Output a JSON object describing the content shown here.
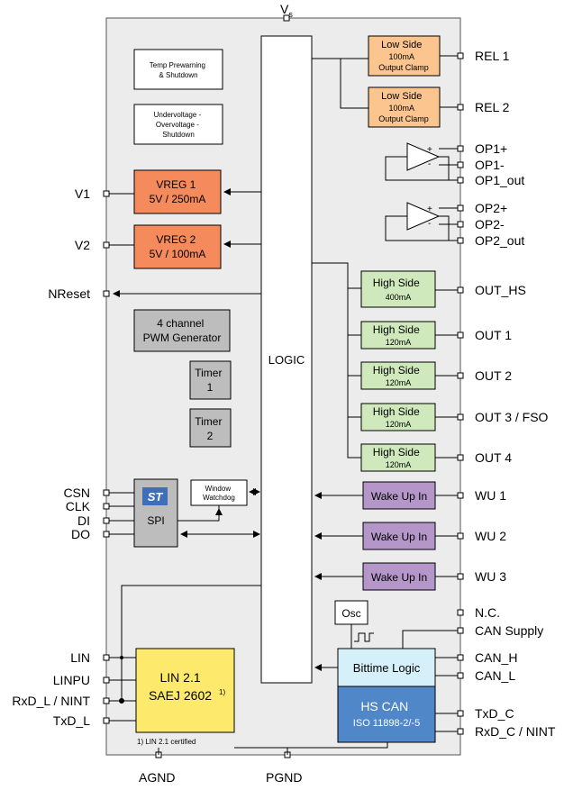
{
  "supply": {
    "vs_main": "V",
    "vs_sub": "s",
    "pgnd": "PGND",
    "agnd": "AGND"
  },
  "blocks": {
    "temp": [
      "Temp Prewarning",
      "& Shutdown"
    ],
    "uv": [
      "Undervoltage -",
      "Overvoltage -",
      "Shutdown"
    ],
    "vreg1": [
      "VREG 1",
      "5V / 250mA"
    ],
    "vreg2": [
      "VREG 2",
      "5V / 100mA"
    ],
    "pwm": [
      "4 channel",
      "PWM Generator"
    ],
    "timer1": [
      "Timer",
      "1"
    ],
    "timer2": [
      "Timer",
      "2"
    ],
    "logic": "LOGIC",
    "spi": "SPI",
    "st_logo": "ST",
    "watchdog": [
      "Window",
      "Watchdog"
    ],
    "lin": [
      "LIN 2.1",
      "SAEJ 2602"
    ],
    "lin_sup": "1)",
    "lin_note": "1) LIN 2.1 certified",
    "osc": "Osc",
    "bittime": "Bittime Logic",
    "hscan": [
      "HS CAN",
      "ISO 11898-2/-5"
    ],
    "ls1": [
      "Low Side",
      "100mA",
      "Output Clamp"
    ],
    "ls2": [
      "Low Side",
      "100mA",
      "Output Clamp"
    ],
    "hs0": [
      "High Side",
      "400mA"
    ],
    "hs1": [
      "High Side",
      "120mA"
    ],
    "hs2": [
      "High Side",
      "120mA"
    ],
    "hs3": [
      "High Side",
      "120mA"
    ],
    "hs4": [
      "High Side",
      "120mA"
    ],
    "wake1": "Wake Up In",
    "wake2": "Wake Up In",
    "wake3": "Wake Up In",
    "op_plus": "+",
    "op_minus": "-"
  },
  "pins_left": {
    "v1": "V1",
    "v2": "V2",
    "nreset": "NReset",
    "csn": "CSN",
    "clk": "CLK",
    "di": "DI",
    "do": "DO",
    "lin": "LIN",
    "linpu": "LINPU",
    "rxdl": "RxD_L / NINT",
    "txdl": "TxD_L"
  },
  "pins_right": {
    "rel1": "REL 1",
    "rel2": "REL 2",
    "op1p": "OP1+",
    "op1m": "OP1-",
    "op1o": "OP1_out",
    "op2p": "OP2+",
    "op2m": "OP2-",
    "op2o": "OP2_out",
    "ouths": "OUT_HS",
    "out1": "OUT 1",
    "out2": "OUT 2",
    "out3": "OUT 3 / FSO",
    "out4": "OUT 4",
    "wu1": "WU 1",
    "wu2": "WU 2",
    "wu3": "WU 3",
    "nc": "N.C.",
    "cansup": "CAN Supply",
    "canh": "CAN_H",
    "canl": "CAN_L",
    "txdc": "TxD_C",
    "rxdc": "RxD_C / NINT"
  },
  "colors": {
    "chip_bg": "#ececec",
    "vreg": "#f58a5c",
    "lowside": "#fcc48f",
    "highside": "#cfe9bd",
    "wake": "#b496c8",
    "gray": "#bdbdbd",
    "lin": "#fdea6c",
    "bittime": "#d6f0fa",
    "hscan": "#4f87c8"
  }
}
